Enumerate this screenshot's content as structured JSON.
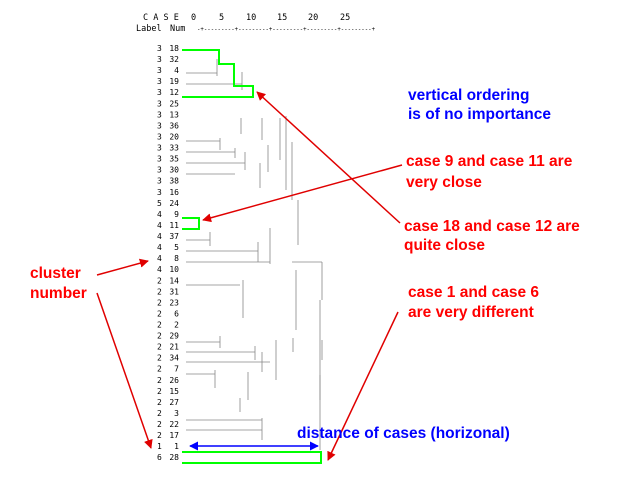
{
  "header": {
    "line1_label": "C A S E",
    "line2_label": "Label",
    "line2_num": "Num",
    "scale_ticks": [
      "0",
      "5",
      "10",
      "15",
      "20",
      "25"
    ],
    "scale_rule": "-+---------+---------+---------+---------+---------+"
  },
  "rows": [
    {
      "cluster": "3",
      "case": "18"
    },
    {
      "cluster": "3",
      "case": "32"
    },
    {
      "cluster": "3",
      "case": "4"
    },
    {
      "cluster": "3",
      "case": "19"
    },
    {
      "cluster": "3",
      "case": "12"
    },
    {
      "cluster": "3",
      "case": "25"
    },
    {
      "cluster": "3",
      "case": "13"
    },
    {
      "cluster": "3",
      "case": "36"
    },
    {
      "cluster": "3",
      "case": "20"
    },
    {
      "cluster": "3",
      "case": "33"
    },
    {
      "cluster": "3",
      "case": "35"
    },
    {
      "cluster": "3",
      "case": "30"
    },
    {
      "cluster": "3",
      "case": "38"
    },
    {
      "cluster": "3",
      "case": "16"
    },
    {
      "cluster": "5",
      "case": "24"
    },
    {
      "cluster": "4",
      "case": "9"
    },
    {
      "cluster": "4",
      "case": "11"
    },
    {
      "cluster": "4",
      "case": "37"
    },
    {
      "cluster": "4",
      "case": "5"
    },
    {
      "cluster": "4",
      "case": "8"
    },
    {
      "cluster": "4",
      "case": "10"
    },
    {
      "cluster": "2",
      "case": "14"
    },
    {
      "cluster": "2",
      "case": "31"
    },
    {
      "cluster": "2",
      "case": "23"
    },
    {
      "cluster": "2",
      "case": "6"
    },
    {
      "cluster": "2",
      "case": "2"
    },
    {
      "cluster": "2",
      "case": "29"
    },
    {
      "cluster": "2",
      "case": "21"
    },
    {
      "cluster": "2",
      "case": "34"
    },
    {
      "cluster": "2",
      "case": "7"
    },
    {
      "cluster": "2",
      "case": "26"
    },
    {
      "cluster": "2",
      "case": "15"
    },
    {
      "cluster": "2",
      "case": "27"
    },
    {
      "cluster": "2",
      "case": "3"
    },
    {
      "cluster": "2",
      "case": "22"
    },
    {
      "cluster": "2",
      "case": "17"
    },
    {
      "cluster": "1",
      "case": "1"
    },
    {
      "cluster": "6",
      "case": "28"
    }
  ],
  "annotations": {
    "vertical_ordering": [
      "vertical ordering",
      "is of no importance"
    ],
    "close_9_11": [
      "case 9 and case 11 are",
      "very close"
    ],
    "close_18_12": [
      "case 18 and case 12 are",
      "quite close"
    ],
    "cluster_number": [
      "cluster",
      "number"
    ],
    "different_1_6": [
      "case 1 and case 6",
      "are very different"
    ],
    "distance": "distance of cases (horizonal)"
  },
  "colors": {
    "annotation_blue": "#0000ff",
    "annotation_red": "#ff0000",
    "arrow_red": "#e00000",
    "highlight_green": "#00ff00",
    "tree_gray": "#888888",
    "text_black": "#000000"
  }
}
